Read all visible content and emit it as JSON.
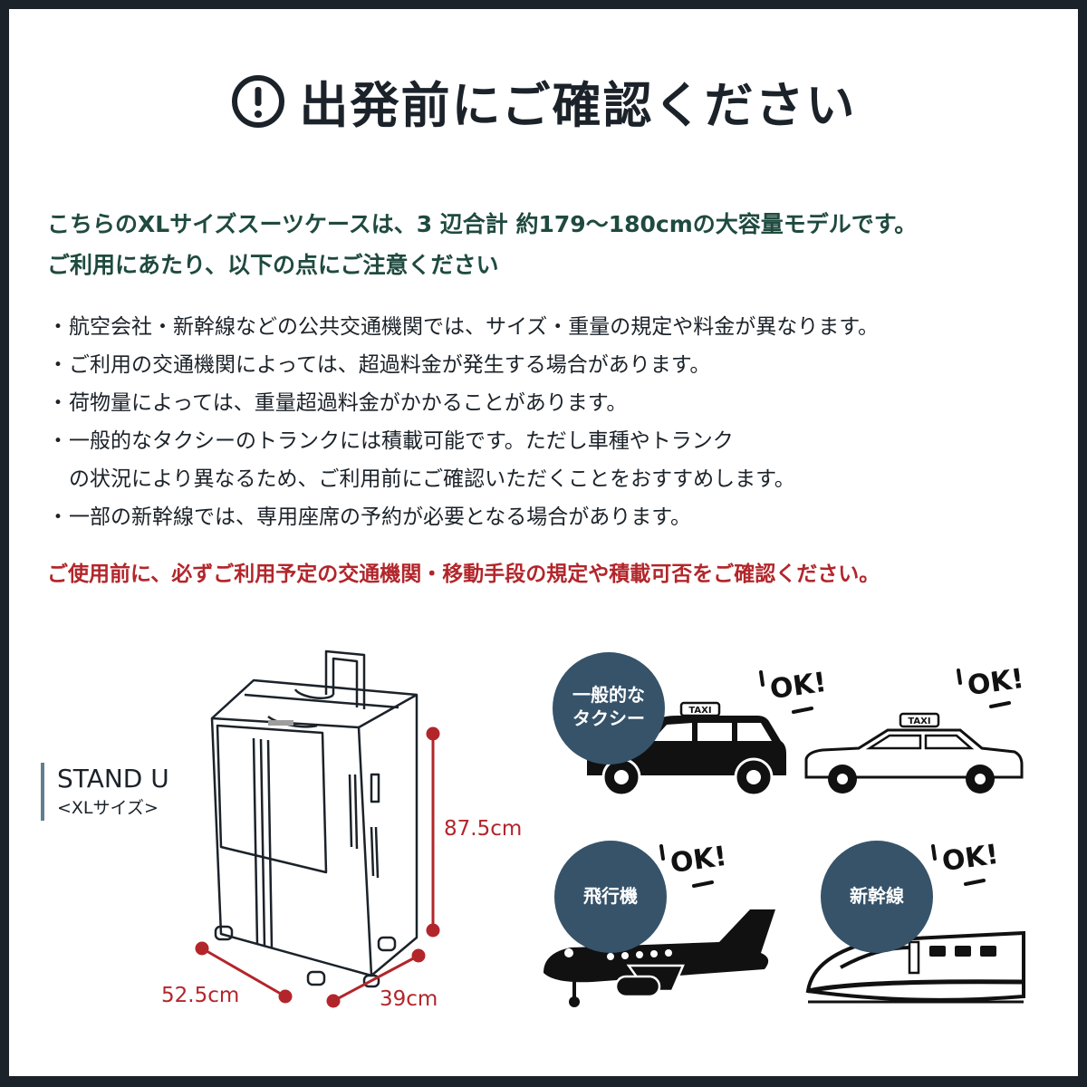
{
  "header": {
    "icon": "exclamation-circle-icon",
    "title": "出発前にご確認ください"
  },
  "intro": {
    "line1": "こちらのXLサイズスーツケースは、3 辺合計 約179～180cmの大容量モデルです。",
    "line2": "ご利用にあたり、以下の点にご注意ください"
  },
  "notes": [
    "航空会社・新幹線などの公共交通機関では、サイズ・重量の規定や料金が異なります。",
    "ご利用の交通機関によっては、超過料金が発生する場合があります。",
    "荷物量によっては、重量超過料金がかかることがあります。",
    "一般的なタクシーのトランクには積載可能です。ただし車種やトランク",
    "の状況により異なるため、ご利用前にご確認いただくことをおすすめします。",
    "一部の新幹線では、専用座席の予約が必要となる場合があります。"
  ],
  "bullet_mark": "・",
  "warning": "ご使用前に、必ずご利用予定の交通機関・移動手段の規定や積載可否をご確認ください。",
  "product": {
    "name": "STAND U",
    "size_label": "<XLサイズ>"
  },
  "dimensions": {
    "height": "87.5cm",
    "width": "52.5cm",
    "depth": "39cm"
  },
  "transport": {
    "taxi_label": "一般的な\nタクシー",
    "taxi_sign": "TAXI",
    "plane_label": "飛行機",
    "train_label": "新幹線",
    "ok_text": "OK!"
  },
  "colors": {
    "frame": "#1b2229",
    "intro_green": "#1f4a3f",
    "warning_red": "#b2262b",
    "badge_blue": "#36536a",
    "accent_bar": "#5f7f91"
  }
}
